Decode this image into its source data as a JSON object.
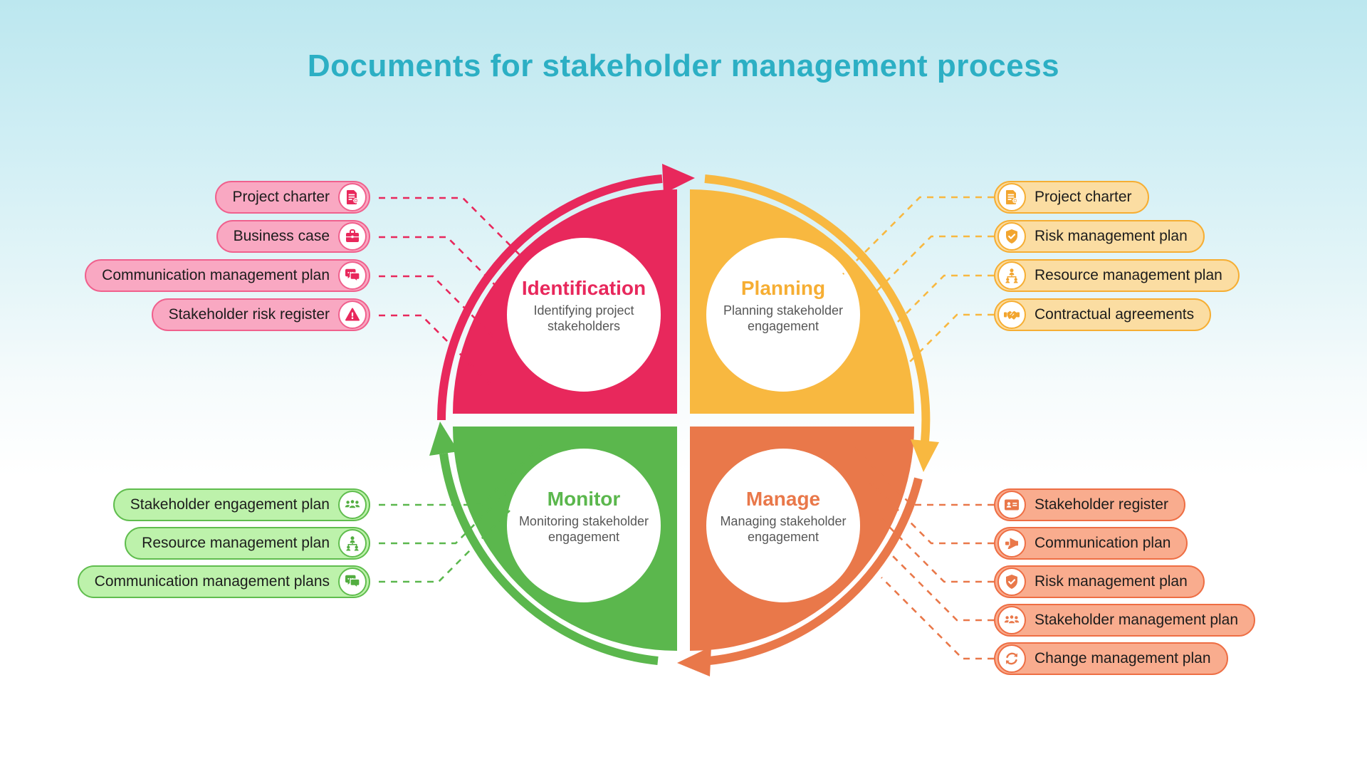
{
  "title": "Documents for stakeholder management process",
  "colors": {
    "pink": "#e8285c",
    "yellow": "#f8b840",
    "green": "#5bb74d",
    "orange": "#e9784a",
    "title_teal": "#2cafc4",
    "pill_pink_bg": "#f9a8c2",
    "pill_yellow_bg": "#fbdda2",
    "pill_green_bg": "#bdf2ab",
    "pill_orange_bg": "#f9ac8e"
  },
  "quadrants": {
    "identification": {
      "title": "Identification",
      "subtitle": "Identifying project stakeholders"
    },
    "planning": {
      "title": "Planning",
      "subtitle": "Planning stakeholder engagement"
    },
    "monitor": {
      "title": "Monitor",
      "subtitle": "Monitoring stakeholder engagement"
    },
    "manage": {
      "title": "Manage",
      "subtitle": "Managing stakeholder engagement"
    }
  },
  "labels": {
    "identification": [
      {
        "label": "Project charter",
        "icon": "doc-gear"
      },
      {
        "label": "Business case",
        "icon": "briefcase"
      },
      {
        "label": "Communication management plan",
        "icon": "chat"
      },
      {
        "label": "Stakeholder risk register",
        "icon": "warning"
      }
    ],
    "planning": [
      {
        "label": "Project charter",
        "icon": "doc-gear"
      },
      {
        "label": "Risk management plan",
        "icon": "shield"
      },
      {
        "label": "Resource management plan",
        "icon": "org"
      },
      {
        "label": "Contractual agreements",
        "icon": "handshake"
      }
    ],
    "monitor": [
      {
        "label": "Stakeholder engagement plan",
        "icon": "people"
      },
      {
        "label": "Resource management plan",
        "icon": "org"
      },
      {
        "label": "Communication management plans",
        "icon": "chat"
      }
    ],
    "manage": [
      {
        "label": "Stakeholder register",
        "icon": "id-card"
      },
      {
        "label": "Communication plan",
        "icon": "megaphone"
      },
      {
        "label": "Risk management plan",
        "icon": "shield"
      },
      {
        "label": "Stakeholder management plan",
        "icon": "people"
      },
      {
        "label": "Change management plan",
        "icon": "refresh"
      }
    ]
  }
}
